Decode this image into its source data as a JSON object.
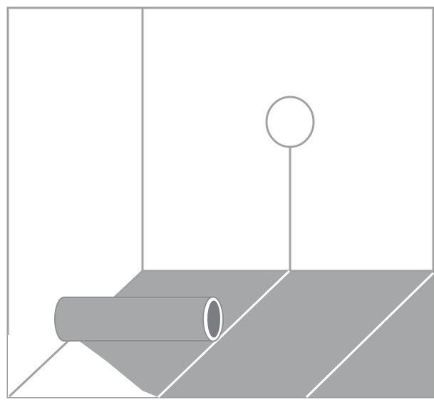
{
  "colors": {
    "background": "#ffffff",
    "outline": "#a2a2a2",
    "floor_fill": "#a5a7a9",
    "floor_seam": "#ffffff",
    "pipe_fill": "#a6a8aa",
    "pipe_stroke": "#8f9193",
    "pipe_opening": "#7b7d80",
    "pipe_rim": "#ffffff"
  },
  "elements": {
    "room_frame": "room-outline",
    "back_wall": "back-wall",
    "floor": "floor-plane",
    "pendant": "pendant-lamp",
    "roll": "roll-cylinder"
  }
}
